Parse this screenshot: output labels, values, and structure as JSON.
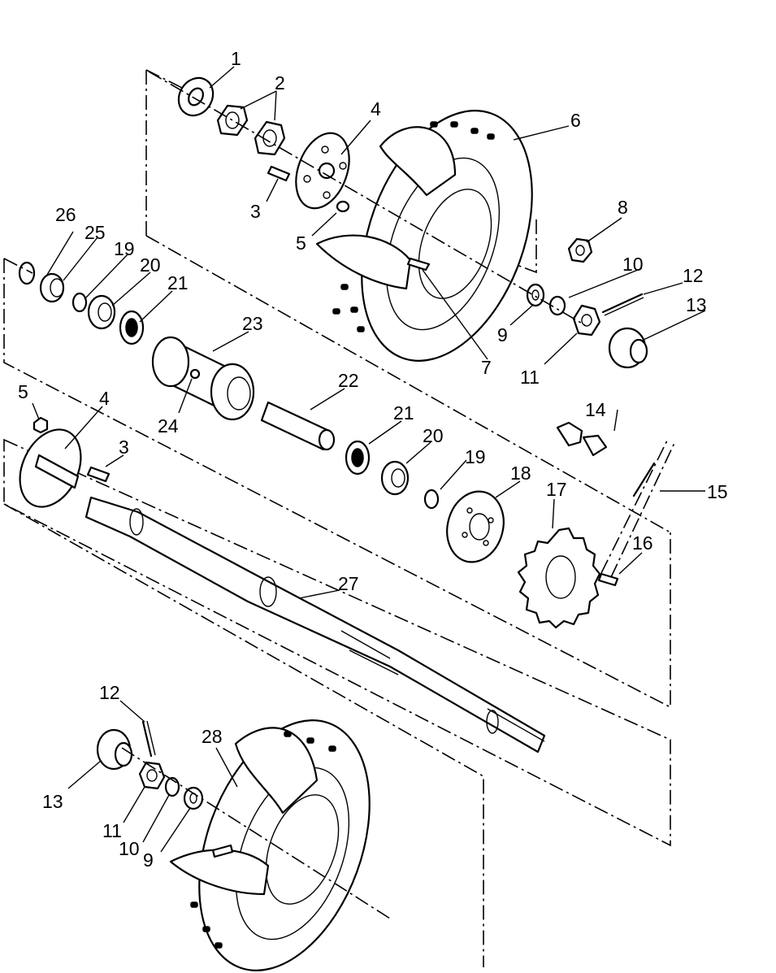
{
  "callouts": [
    {
      "id": "c1",
      "text": "1"
    },
    {
      "id": "c2",
      "text": "2"
    },
    {
      "id": "c3a",
      "text": "3"
    },
    {
      "id": "c4a",
      "text": "4"
    },
    {
      "id": "c5a",
      "text": "5"
    },
    {
      "id": "c6",
      "text": "6"
    },
    {
      "id": "c7",
      "text": "7"
    },
    {
      "id": "c8",
      "text": "8"
    },
    {
      "id": "c9a",
      "text": "9"
    },
    {
      "id": "c10a",
      "text": "10"
    },
    {
      "id": "c11a",
      "text": "11"
    },
    {
      "id": "c12a",
      "text": "12"
    },
    {
      "id": "c13a",
      "text": "13"
    },
    {
      "id": "c14",
      "text": "14"
    },
    {
      "id": "c15",
      "text": "15"
    },
    {
      "id": "c16",
      "text": "16"
    },
    {
      "id": "c17",
      "text": "17"
    },
    {
      "id": "c18",
      "text": "18"
    },
    {
      "id": "c19a",
      "text": "19"
    },
    {
      "id": "c20a",
      "text": "20"
    },
    {
      "id": "c21a",
      "text": "21"
    },
    {
      "id": "c22",
      "text": "22"
    },
    {
      "id": "c23",
      "text": "23"
    },
    {
      "id": "c24",
      "text": "24"
    },
    {
      "id": "c25",
      "text": "25"
    },
    {
      "id": "c26",
      "text": "26"
    },
    {
      "id": "c5b",
      "text": "5"
    },
    {
      "id": "c4b",
      "text": "4"
    },
    {
      "id": "c3b",
      "text": "3"
    },
    {
      "id": "c21b",
      "text": "21"
    },
    {
      "id": "c20b",
      "text": "20"
    },
    {
      "id": "c19b",
      "text": "19"
    },
    {
      "id": "c27",
      "text": "27"
    },
    {
      "id": "c12b",
      "text": "12"
    },
    {
      "id": "c28",
      "text": "28"
    },
    {
      "id": "c13b",
      "text": "13"
    },
    {
      "id": "c11b",
      "text": "11"
    },
    {
      "id": "c10b",
      "text": "10"
    },
    {
      "id": "c9b",
      "text": "9"
    }
  ]
}
